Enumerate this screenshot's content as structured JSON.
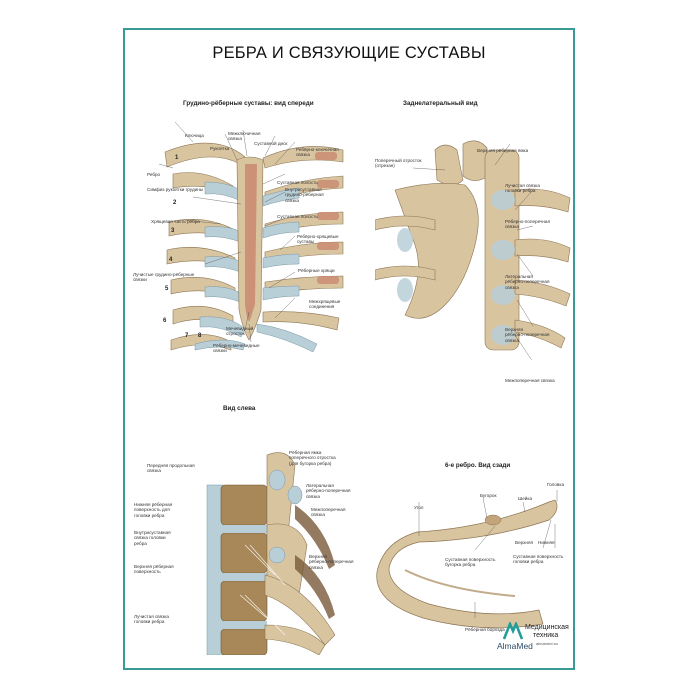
{
  "poster": {
    "title": "РЕБРА И СВЯЗУЮЩИЕ СУСТАВЫ",
    "border_color": "#3a9a96",
    "bone_color": "#d9c4a0",
    "cartilage_color": "#b9cfd8",
    "marrow_color": "#c98a70"
  },
  "panels": {
    "front": {
      "title": "Грудино-рёберные суставы: вид спереди",
      "labels": [
        "Ключица",
        "Межключичная\nсвязка",
        "Суставной диск",
        "Рукоятка",
        "Ребёрно-ключичная\nсвязка",
        "Ребро",
        "Суставная полость",
        "Симфиз рукоятки грудины",
        "Внутрисуставная\nгрудино-рёберная\nсвязка",
        "Хрящевая часть ребра",
        "Суставная полость",
        "Ребёрно-хрящевые\nсуставы",
        "Лучистые грудино-рёберные\nсвязки",
        "Рёберные хрящи",
        "Межхрящевые\nсоединения",
        "Мечевидный\nотросток",
        "Рёберно-мечевидные\nсвязки"
      ],
      "rib_numbers": [
        "1",
        "2",
        "3",
        "4",
        "5",
        "6",
        "7",
        "8"
      ]
    },
    "posterolateral": {
      "title": "Заднелатеральный вид",
      "labels": [
        "Поперечный отросток\n(отрезан)",
        "Верхняя рёберная ямка",
        "Лучистая связка\nголовки ребра",
        "Рёберно-поперечная\nсвязка",
        "Латеральная\nрёберно-поперечная\nсвязка",
        "Верхняя\nрёберно-поперечная\nсвязка",
        "Межпоперечная связка"
      ]
    },
    "left": {
      "title": "Вид слева",
      "labels": [
        "Передняя продольная\nсвязка",
        "Рёберная ямка\nпоперечного отростка\n(для бугорка ребра)",
        "Латеральная\nрёберно-поперечная\nсвязка",
        "Нижняя рёберная\nповерхность для\nголовки ребра",
        "Межпоперечная\nсвязка",
        "Внутрисуставная\nсвязка головки\nребра",
        "Верхняя рёберная\nповерхность",
        "Верхняя\nрёберно-поперечная\nсвязка",
        "Лучистая связка\nголовки ребра"
      ]
    },
    "rib6": {
      "title": "6-е ребро. Вид сзади",
      "labels": [
        "Головка",
        "Бугорок",
        "Шейка",
        "Угол",
        "Верхняя",
        "Нижняя",
        "Суставная поверхность\nбугорка ребра",
        "Суставная поверхность\nголовки ребра",
        "Рёберная борозда"
      ]
    }
  },
  "logo": {
    "brand": "AlmaMed",
    "line1": "Медицинская",
    "line2": "техника",
    "site": "almamed.su"
  }
}
